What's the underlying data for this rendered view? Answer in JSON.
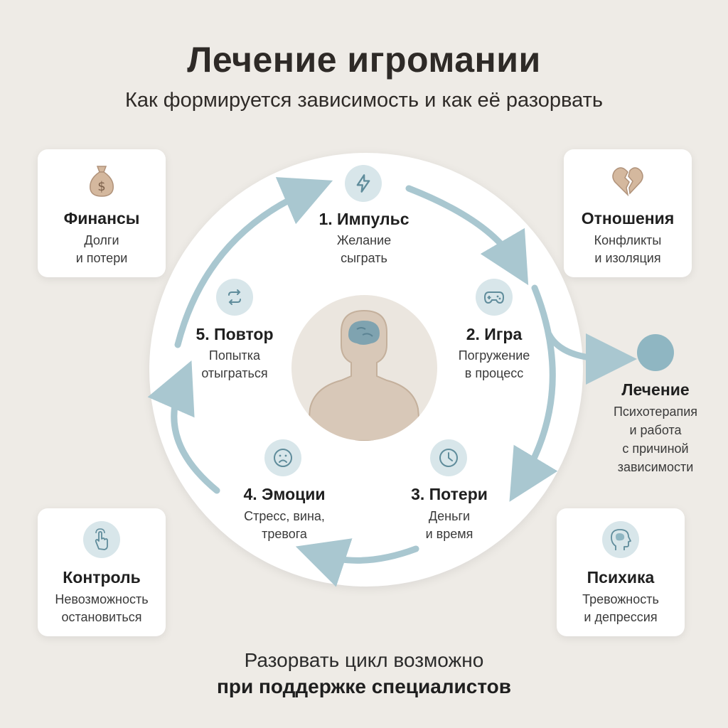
{
  "header": {
    "title": "Лечение игромании",
    "subtitle": "Как формируется зависимость и как её разорвать"
  },
  "cycle": {
    "steps": [
      {
        "title": "1. Импульс",
        "desc_line1": "Желание",
        "desc_line2": "сыграть",
        "icon": "lightning-icon"
      },
      {
        "title": "2. Игра",
        "desc_line1": "Погружение",
        "desc_line2": "в процесс",
        "icon": "gamepad-icon"
      },
      {
        "title": "3. Потери",
        "desc_line1": "Деньги",
        "desc_line2": "и время",
        "icon": "clock-icon"
      },
      {
        "title": "4. Эмоции",
        "desc_line1": "Стресс, вина,",
        "desc_line2": "тревога",
        "icon": "sad-face-icon"
      },
      {
        "title": "5. Повтор",
        "desc_line1": "Попытка",
        "desc_line2": "отыграться",
        "icon": "repeat-icon"
      }
    ],
    "center_icon": "person-brain-icon"
  },
  "cards": {
    "finance": {
      "title": "Финансы",
      "desc_line1": "Долги",
      "desc_line2": "и потери",
      "icon": "money-bag-icon"
    },
    "relations": {
      "title": "Отношения",
      "desc_line1": "Конфликты",
      "desc_line2": "и изоляция",
      "icon": "broken-heart-icon"
    },
    "control": {
      "title": "Контроль",
      "desc_line1": "Невозможность",
      "desc_line2": "остановиться",
      "icon": "hand-pointer-icon"
    },
    "psyche": {
      "title": "Психика",
      "desc_line1": "Тревожность",
      "desc_line2": "и депрессия",
      "icon": "head-brain-icon"
    }
  },
  "treatment": {
    "title": "Лечение",
    "desc_line1": "Психотерапия",
    "desc_line2": "и работа",
    "desc_line3": "с причиной",
    "desc_line4": "зависимости"
  },
  "footer": {
    "line1": "Разорвать цикл возможно",
    "line2": "при поддержке специалистов"
  },
  "colors": {
    "background": "#eeebe6",
    "accent": "#8fb6c2",
    "arrow": "#a9c7d0",
    "icon_bg": "#d8e6ea",
    "icon_stroke": "#5f8c9b"
  }
}
